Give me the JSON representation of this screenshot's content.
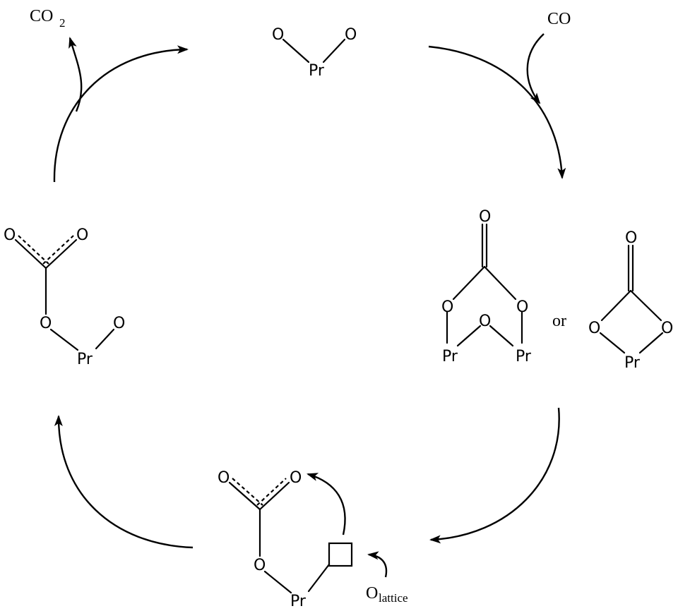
{
  "species": {
    "top": {
      "o1": "O",
      "o2": "O",
      "metal": "Pr"
    },
    "right_bridged": {
      "o_top": "O",
      "o_left": "O",
      "o_right": "O",
      "o_bridge": "O",
      "metal1": "Pr",
      "metal2": "Pr"
    },
    "connector_or": "or",
    "right_chelate": {
      "o_top": "O",
      "o_left": "O",
      "o_right": "O",
      "metal": "Pr"
    },
    "bottom": {
      "o1": "O",
      "o2": "O",
      "o3": "O",
      "metal": "Pr"
    },
    "left": {
      "o1": "O",
      "o2": "O",
      "o3": "O",
      "o4": "O",
      "metal": "Pr"
    }
  },
  "reagents": {
    "co_in": "CO",
    "co2_out_main": "CO",
    "co2_out_sub": "2",
    "lattice_main": "O",
    "lattice_sub": "lattice"
  }
}
